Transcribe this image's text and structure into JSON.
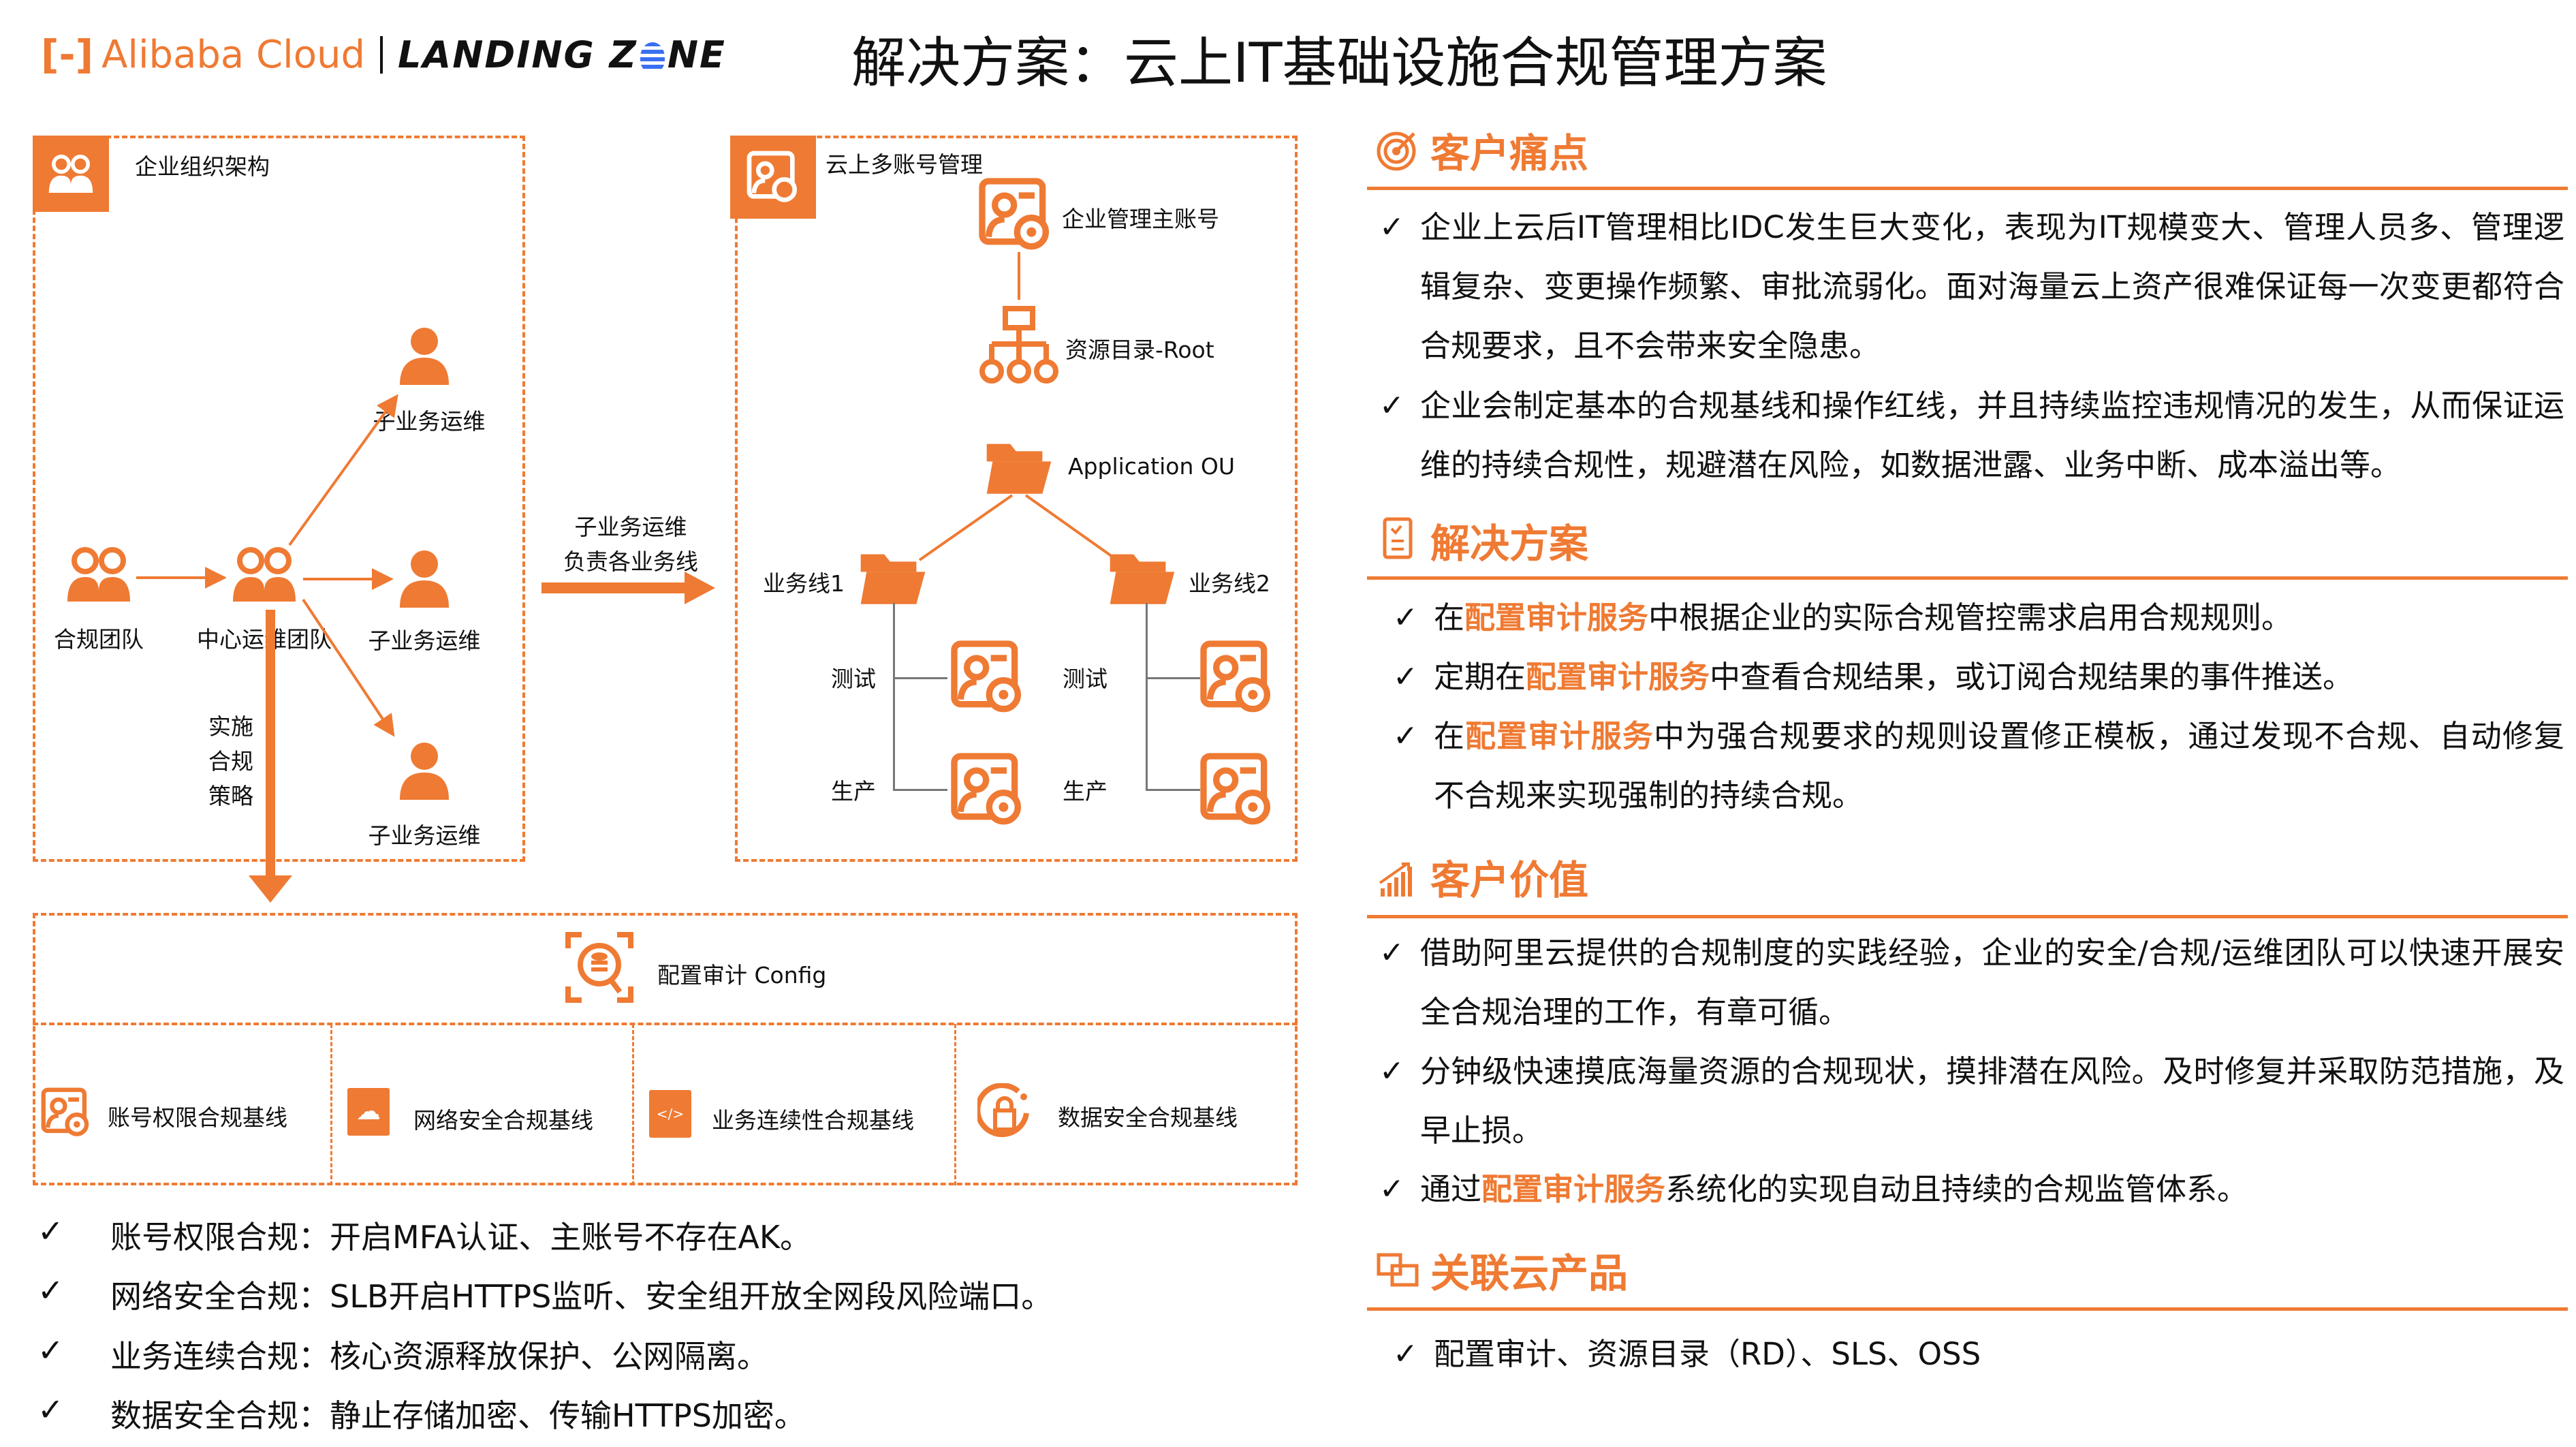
{
  "header": {
    "brand": "Alibaba Cloud",
    "product_pre": "LANDING Z",
    "product_post": "NE",
    "title": "解决方案：云上IT基础设施合规管理方案"
  },
  "org": {
    "title": "企业组织架构",
    "compliance_team": "合规团队",
    "central_ops": "中心运维团队",
    "sub_ops": "子业务运维",
    "policy": [
      "实施",
      "合规",
      "策略"
    ]
  },
  "arrow": {
    "line1": "子业务运维",
    "line2": "负责各业务线"
  },
  "accounts": {
    "title": "云上多账号管理",
    "master": "企业管理主账号",
    "rd": "资源目录-Root",
    "ou": "Application OU",
    "bl1": "业务线1",
    "bl2": "业务线2",
    "test": "测试",
    "prod": "生产"
  },
  "config": {
    "title": "配置审计 Config",
    "baselines": [
      "账号权限合规基线",
      "网络安全合规基线",
      "业务连续性合规基线",
      "数据安全合规基线"
    ]
  },
  "bottom_list": [
    "账号权限合规：开启MFA认证、主账号不存在AK。",
    "网络安全合规：SLB开启HTTPS监听、安全组开放全网段风险端口。",
    "业务连续合规：核心资源释放保护、公网隔离。",
    "数据安全合规：静止存储加密、传输HTTPS加密。"
  ],
  "check": "✓",
  "pain": {
    "title": "客户痛点",
    "items": [
      "企业上云后IT管理相比IDC发生巨大变化，表现为IT规模变大、管理人员多、管理逻辑复杂、变更操作频繁、审批流弱化。面对海量云上资产很难保证每一次变更都符合合规要求，且不会带来安全隐患。",
      "企业会制定基本的合规基线和操作红线，并且持续监控违规情况的发生，从而保证运维的持续合规性，规避潜在风险，如数据泄露、业务中断、成本溢出等。"
    ]
  },
  "solution": {
    "title": "解决方案",
    "items": [
      {
        "pre": "在",
        "hl": "配置审计服务",
        "post": "中根据企业的实际合规管控需求启用合规规则。"
      },
      {
        "pre": "定期在",
        "hl": "配置审计服务",
        "post": "中查看合规结果，或订阅合规结果的事件推送。"
      },
      {
        "pre": "在",
        "hl": "配置审计服务",
        "post": "中为强合规要求的规则设置修正模板，通过发现不合规、自动修复不合规来实现强制的持续合规。"
      }
    ]
  },
  "value": {
    "title": "客户价值",
    "items": [
      {
        "pre": "借助阿里云提供的合规制度的实践经验，企业的安全/合规/运维团队可以快速开展安全合规治理的工作，有章可循。",
        "hl": "",
        "post": ""
      },
      {
        "pre": "分钟级快速摸底海量资源的合规现状，摸排潜在风险。及时修复并采取防范措施，及早止损。",
        "hl": "",
        "post": ""
      },
      {
        "pre": "通过",
        "hl": "配置审计服务",
        "post": "系统化的实现自动且持续的合规监管体系。"
      }
    ]
  },
  "related": {
    "title": "关联云产品",
    "items": [
      "配置审计、资源目录（RD）、SLS、OSS"
    ]
  },
  "colors": {
    "accent": "#ef7a33",
    "zone_blue": "#3a6ff0"
  }
}
